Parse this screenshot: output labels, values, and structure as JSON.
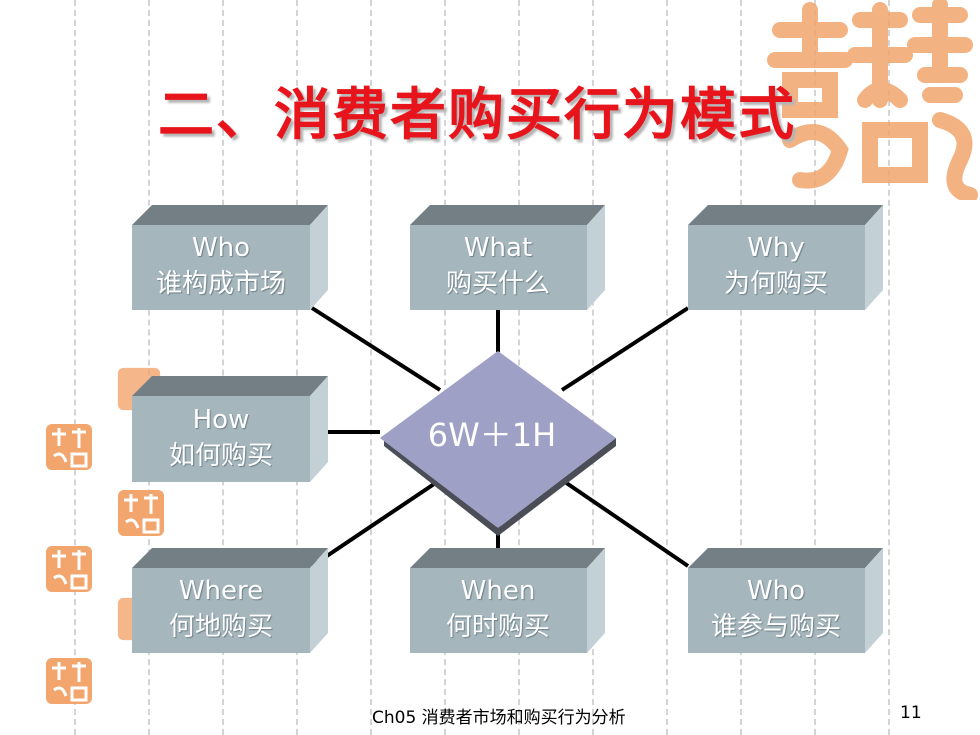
{
  "slide": {
    "title": "二、消费者购买行为模式",
    "footer": "Ch05 消费者市场和购买行为分析",
    "page_number": "11"
  },
  "diagram": {
    "center": "6W＋1H",
    "boxes": [
      {
        "en": "Who",
        "zh": "谁构成市场"
      },
      {
        "en": "What",
        "zh": "购买什么"
      },
      {
        "en": "Why",
        "zh": "为何购买"
      },
      {
        "en": "How",
        "zh": "如何购买"
      },
      {
        "en": "Where",
        "zh": "何地购买"
      },
      {
        "en": "When",
        "zh": "何时购买"
      },
      {
        "en": "Who",
        "zh": "谁参与购买"
      }
    ]
  },
  "colors": {
    "title": "#e8141b",
    "box_front": "#a6b6bd",
    "box_top": "#737f84",
    "box_side": "#c3d1d6",
    "diamond": "#9ea0c6",
    "seal": "#f2a56d"
  },
  "icons": [
    "auspicious-seal-icon"
  ]
}
